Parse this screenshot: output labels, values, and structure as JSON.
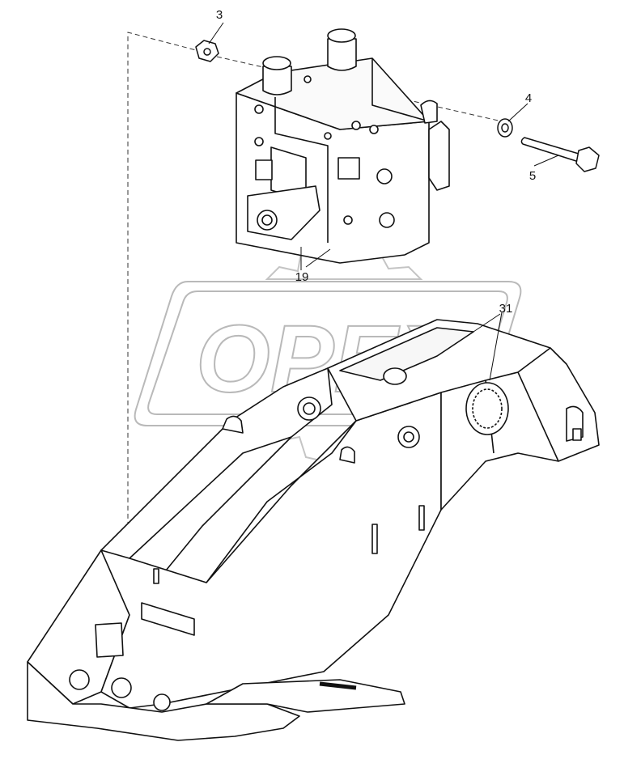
{
  "watermark": {
    "text": "OPEX"
  },
  "callouts": {
    "nut": "3",
    "washer": "4",
    "bolt": "5",
    "valve": "19",
    "frame": "31"
  }
}
